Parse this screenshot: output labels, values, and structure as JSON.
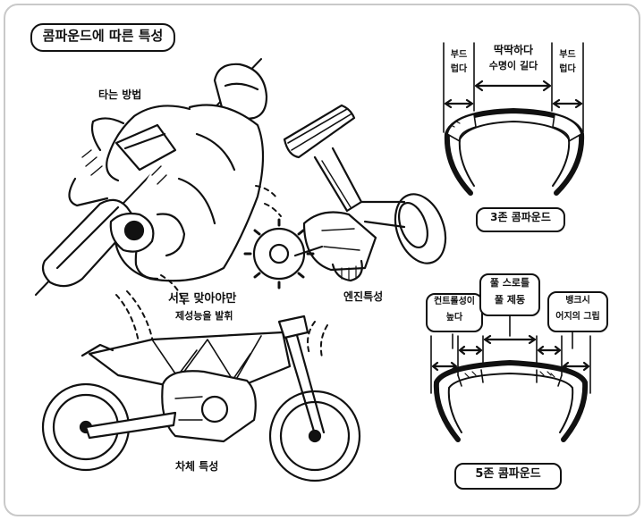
{
  "title": "콤파운드에 따른 특성",
  "labels": {
    "riding": "타는 방법",
    "engine": "엔진특성",
    "chassis": "차체 특성",
    "match_line1": "서로 맞아야만",
    "match_line2": "제성능을 발휘"
  },
  "compound3": {
    "name": "3존 콤파운드",
    "center": [
      "딱딱하다",
      "수명이 길다"
    ],
    "left": [
      "부드",
      "럽다"
    ],
    "right": [
      "부드",
      "럽다"
    ]
  },
  "compound5": {
    "name": "5존 콤파운드",
    "center": [
      "풀 스로틀",
      "풀 제동"
    ],
    "left": [
      "컨트롤성이",
      "높다"
    ],
    "right": [
      "뱅크시",
      "어지의 그립"
    ]
  },
  "colors": {
    "ink": "#111111",
    "frame": "#c9c9c9",
    "paper": "#ffffff"
  }
}
